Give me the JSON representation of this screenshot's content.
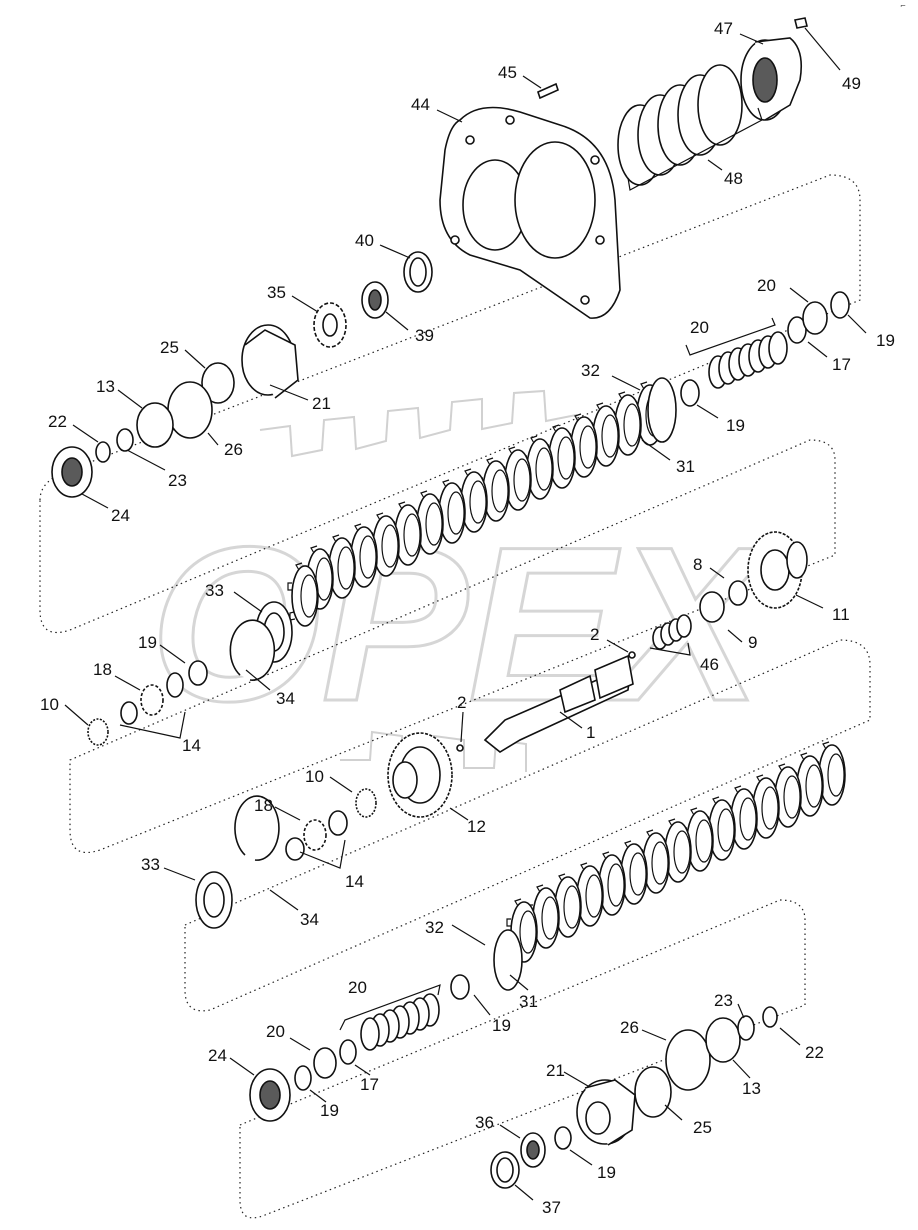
{
  "watermark": "OPEX",
  "corner_mark": "⌐",
  "callouts": [
    {
      "id": "c47",
      "text": "47"
    },
    {
      "id": "c49",
      "text": "49"
    },
    {
      "id": "c45",
      "text": "45"
    },
    {
      "id": "c44",
      "text": "44"
    },
    {
      "id": "c48",
      "text": "48"
    },
    {
      "id": "c40",
      "text": "40"
    },
    {
      "id": "c35",
      "text": "35"
    },
    {
      "id": "c39",
      "text": "39"
    },
    {
      "id": "c25a",
      "text": "25"
    },
    {
      "id": "c21a",
      "text": "21"
    },
    {
      "id": "c13a",
      "text": "13"
    },
    {
      "id": "c26a",
      "text": "26"
    },
    {
      "id": "c22a",
      "text": "22"
    },
    {
      "id": "c23a",
      "text": "23"
    },
    {
      "id": "c24a",
      "text": "24"
    },
    {
      "id": "c20a",
      "text": "20"
    },
    {
      "id": "c20b",
      "text": "20"
    },
    {
      "id": "c17a",
      "text": "17"
    },
    {
      "id": "c19a",
      "text": "19"
    },
    {
      "id": "c19b",
      "text": "19"
    },
    {
      "id": "c32a",
      "text": "32"
    },
    {
      "id": "c31a",
      "text": "31"
    },
    {
      "id": "c8",
      "text": "8"
    },
    {
      "id": "c11",
      "text": "11"
    },
    {
      "id": "c9",
      "text": "9"
    },
    {
      "id": "c2a",
      "text": "2"
    },
    {
      "id": "c46",
      "text": "46"
    },
    {
      "id": "c33a",
      "text": "33"
    },
    {
      "id": "c34a",
      "text": "34"
    },
    {
      "id": "c19c",
      "text": "19"
    },
    {
      "id": "c18a",
      "text": "18"
    },
    {
      "id": "c10a",
      "text": "10"
    },
    {
      "id": "c14a",
      "text": "14"
    },
    {
      "id": "c2b",
      "text": "2"
    },
    {
      "id": "c1",
      "text": "1"
    },
    {
      "id": "c10b",
      "text": "10"
    },
    {
      "id": "c12",
      "text": "12"
    },
    {
      "id": "c18b",
      "text": "18"
    },
    {
      "id": "c14b",
      "text": "14"
    },
    {
      "id": "c33b",
      "text": "33"
    },
    {
      "id": "c34b",
      "text": "34"
    },
    {
      "id": "c32b",
      "text": "32"
    },
    {
      "id": "c31b",
      "text": "31"
    },
    {
      "id": "c19d",
      "text": "19"
    },
    {
      "id": "c20c",
      "text": "20"
    },
    {
      "id": "c20d",
      "text": "20"
    },
    {
      "id": "c17b",
      "text": "17"
    },
    {
      "id": "c24b",
      "text": "24"
    },
    {
      "id": "c19e",
      "text": "19"
    },
    {
      "id": "c26b",
      "text": "26"
    },
    {
      "id": "c23b",
      "text": "23"
    },
    {
      "id": "c22b",
      "text": "22"
    },
    {
      "id": "c13b",
      "text": "13"
    },
    {
      "id": "c21b",
      "text": "21"
    },
    {
      "id": "c25b",
      "text": "25"
    },
    {
      "id": "c36",
      "text": "36"
    },
    {
      "id": "c19f",
      "text": "19"
    },
    {
      "id": "c37",
      "text": "37"
    }
  ]
}
